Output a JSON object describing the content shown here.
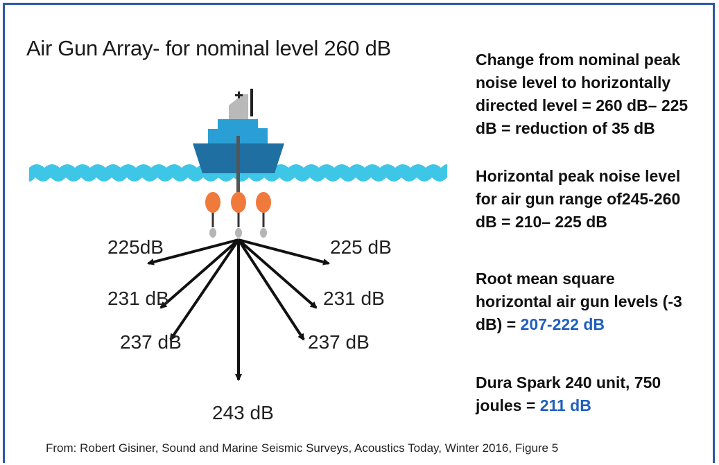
{
  "title": "Air Gun Array- for nominal level 260 dB",
  "paragraphs": {
    "p1": {
      "lines": [
        "Change from nominal peak",
        "noise level to horizontally",
        "directed level = 260 dB– 225",
        "dB = reduction of 35 dB"
      ]
    },
    "p2": {
      "lines": [
        "Horizontal peak noise level",
        "for air gun range of245-260",
        "dB =  210– 225 dB"
      ]
    },
    "p3": {
      "line1": "Root mean square",
      "line2": "horizontal air gun levels (-3",
      "line3_prefix": "dB) = ",
      "line3_value": "207-222 dB"
    },
    "p4": {
      "line1": "Dura Spark 240 unit, 750",
      "line2_prefix": "joules = ",
      "line2_value": "211 dB"
    }
  },
  "diagram_labels": {
    "upper_left": "225dB",
    "upper_right": "225 dB",
    "mid_left": "231 dB",
    "mid_right": "231 dB",
    "lower_left": "237 dB",
    "lower_right": "237 dB",
    "bottom": "243 dB"
  },
  "citation": "From: Robert Gisiner, Sound and Marine Seismic Surveys, Acoustics Today, Winter 2016, Figure 5",
  "colors": {
    "border": "#2e56a6",
    "water": "#3ec6e6",
    "hull": "#1f6fa3",
    "cabin": "#2a9fd6",
    "mast": "#b9b9b9",
    "float": "#f07a3c",
    "gun": "#b5b5b5",
    "highlight": "#1f5fbf"
  }
}
